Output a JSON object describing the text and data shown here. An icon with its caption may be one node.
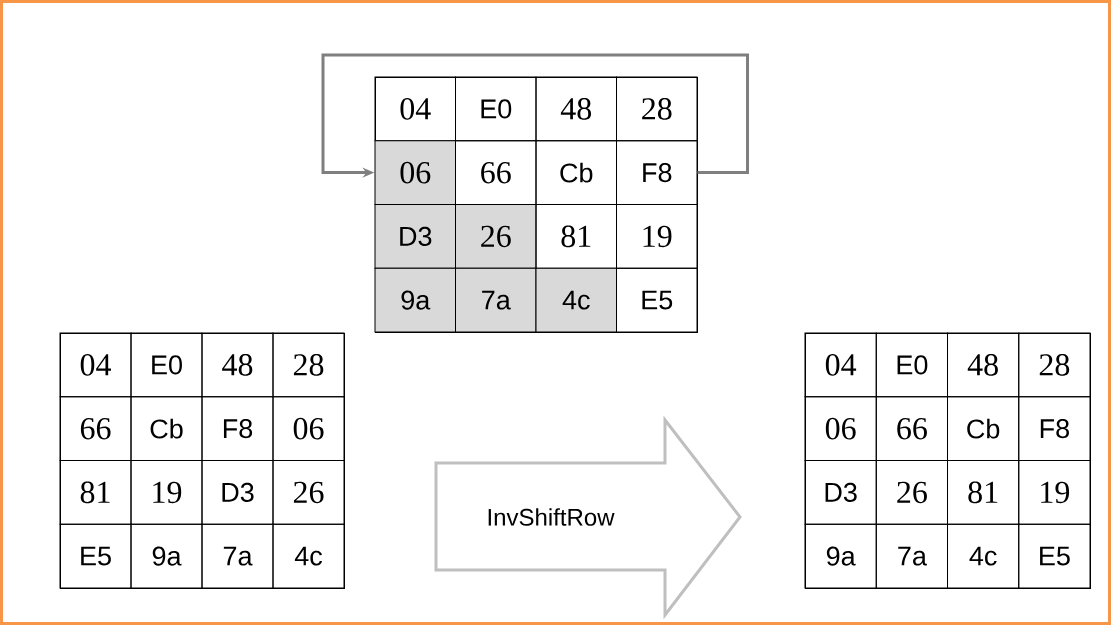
{
  "diagram": {
    "nodes": [
      {
        "text": [],
        "shape": "box"
      },
      {
        "text": [
          "04"
        ],
        "in": 0
      },
      {
        "text": [
          "E0"
        ],
        "in": 0
      },
      {
        "text": [
          "48"
        ],
        "in": 0
      },
      {
        "text": [
          "28"
        ],
        "in": 0
      },
      {
        "text": [
          "06"
        ],
        "in": 0
      },
      {
        "text": [
          "66"
        ],
        "in": 0
      },
      {
        "text": [
          "Cb"
        ],
        "in": 0
      },
      {
        "text": [
          "F8"
        ],
        "in": 0
      },
      {
        "text": [
          "D3"
        ],
        "in": 0
      },
      {
        "text": [
          "26"
        ],
        "in": 0
      },
      {
        "text": [
          "81"
        ],
        "in": 0
      },
      {
        "text": [
          "19"
        ],
        "in": 0
      },
      {
        "text": [
          "9a"
        ],
        "in": 0
      },
      {
        "text": [
          "7a"
        ],
        "in": 0
      },
      {
        "text": [
          "4c"
        ],
        "in": 0
      },
      {
        "text": [
          "E5"
        ],
        "in": 0
      },
      {
        "text": [],
        "shape": "box"
      },
      {
        "text": [
          "04"
        ],
        "in": 17
      },
      {
        "text": [
          "E0"
        ],
        "in": 17
      },
      {
        "text": [
          "48"
        ],
        "in": 17
      },
      {
        "text": [
          "28"
        ],
        "in": 17
      },
      {
        "text": [
          "66"
        ],
        "in": 17
      },
      {
        "text": [
          "Cb"
        ],
        "in": 17
      },
      {
        "text": [
          "F8"
        ],
        "in": 17
      },
      {
        "text": [
          "06"
        ],
        "in": 17
      },
      {
        "text": [
          "81"
        ],
        "in": 17
      },
      {
        "text": [
          "19"
        ],
        "in": 17
      },
      {
        "text": [
          "D3"
        ],
        "in": 17
      },
      {
        "text": [
          "26"
        ],
        "in": 17
      },
      {
        "text": [
          "E5"
        ],
        "in": 17
      },
      {
        "text": [
          "9a"
        ],
        "in": 17
      },
      {
        "text": [
          "7a"
        ],
        "in": 17
      },
      {
        "text": [
          "4c"
        ],
        "in": 17
      },
      {
        "text": [],
        "shape": "box"
      },
      {
        "text": [
          "04"
        ],
        "in": 34
      },
      {
        "text": [
          "E0"
        ],
        "in": 34
      },
      {
        "text": [
          "48"
        ],
        "in": 34
      },
      {
        "text": [
          "28"
        ],
        "in": 34
      },
      {
        "text": [
          "06"
        ],
        "in": 34
      },
      {
        "text": [
          "66"
        ],
        "in": 34
      },
      {
        "text": [
          "Cb"
        ],
        "in": 34
      },
      {
        "text": [
          "F8"
        ],
        "in": 34
      },
      {
        "text": [
          "D3"
        ],
        "in": 34
      },
      {
        "text": [
          "26"
        ],
        "in": 34
      },
      {
        "text": [
          "81"
        ],
        "in": 34
      },
      {
        "text": [
          "19"
        ],
        "in": 34
      },
      {
        "text": [
          "9a"
        ],
        "in": 34
      },
      {
        "text": [
          "7a"
        ],
        "in": 34
      },
      {
        "text": [
          "4c"
        ],
        "in": 34
      },
      {
        "text": [
          "E5"
        ],
        "in": 34
      }
    ],
    "edges": [
      {
        "from": 8,
        "to": 5,
        "arrow": "to",
        "color": "#7f7f7f"
      },
      {
        "from": 17,
        "to": 34,
        "arrow": "to",
        "label": "InvShiftRow",
        "style": "thick",
        "color": "#bfbfbf"
      }
    ]
  }
}
